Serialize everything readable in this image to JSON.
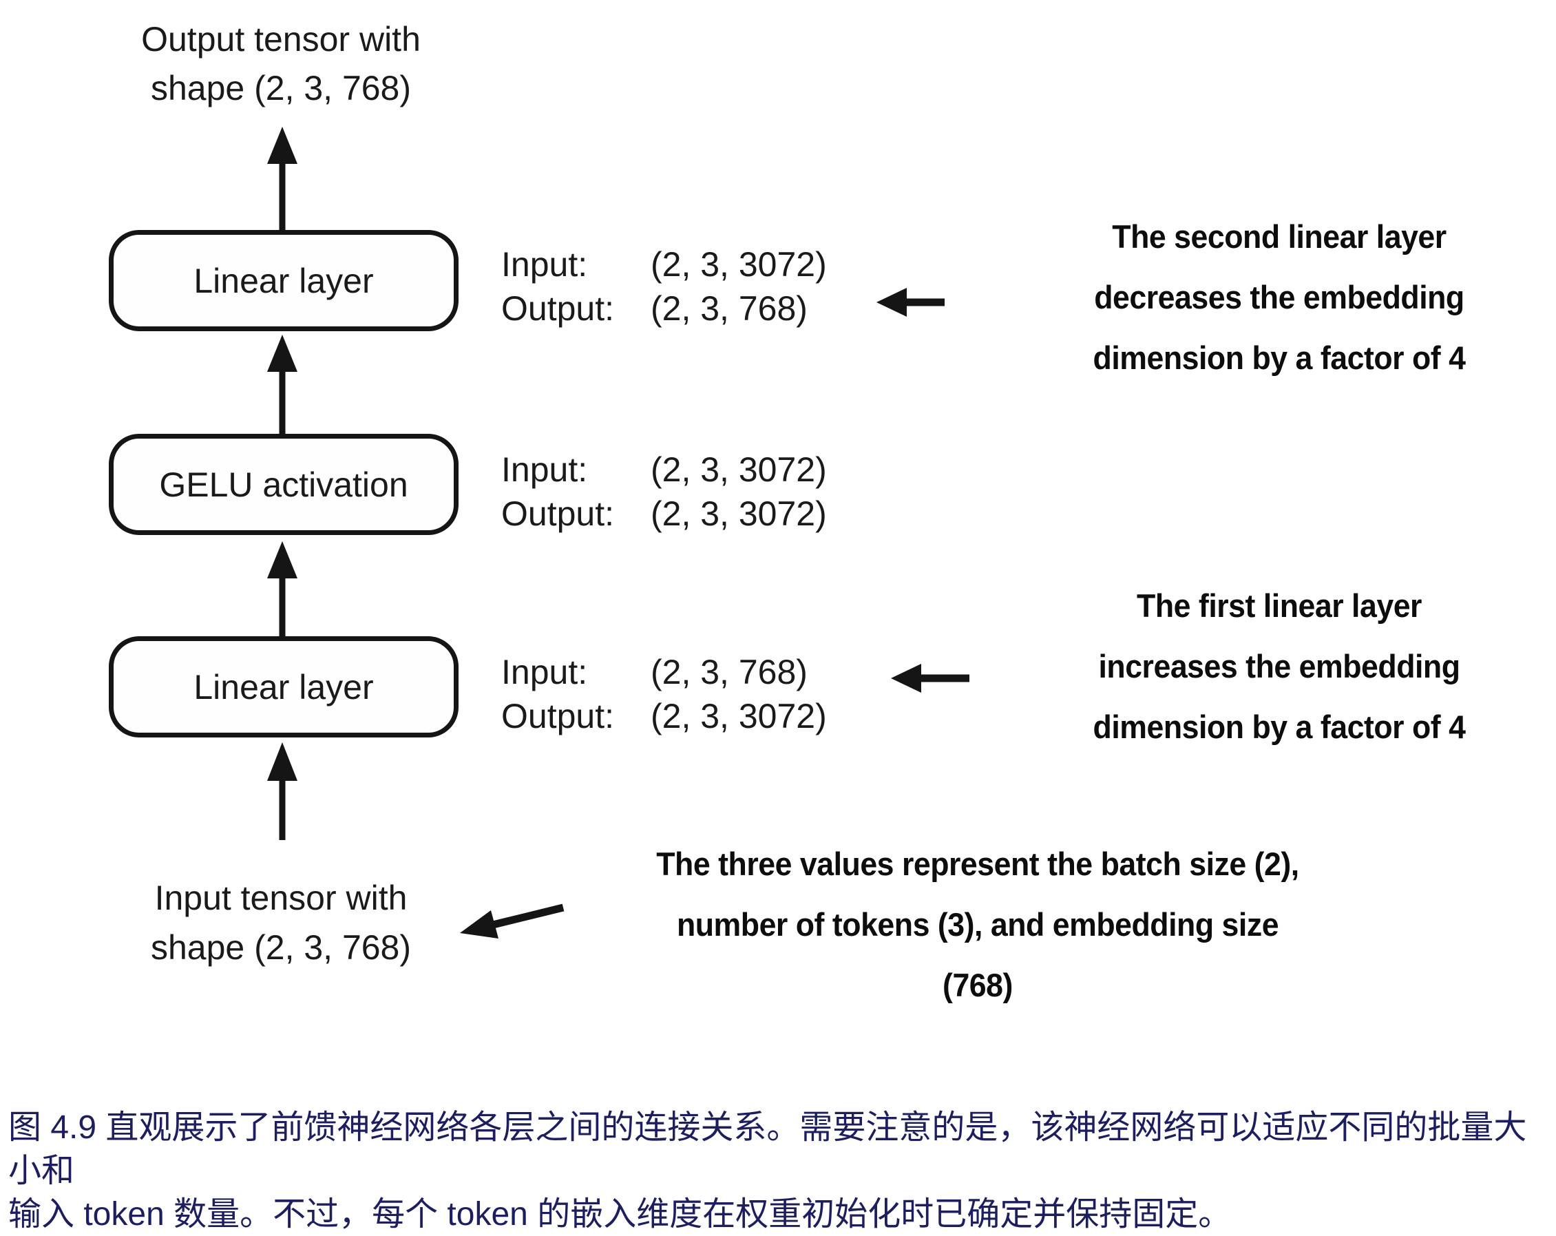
{
  "diagram": {
    "top_label": "Output tensor with\nshape (2, 3, 768)",
    "bottom_label": "Input tensor with\nshape (2, 3, 768)",
    "nodes": [
      {
        "label": "Linear layer"
      },
      {
        "label": "GELU activation"
      },
      {
        "label": "Linear layer"
      }
    ],
    "io_blocks": [
      {
        "rows": [
          {
            "label": "Input:",
            "value": "(2, 3, 3072)"
          },
          {
            "label": "Output:",
            "value": "(2, 3, 768)"
          }
        ]
      },
      {
        "rows": [
          {
            "label": "Input:",
            "value": "(2, 3, 3072)"
          },
          {
            "label": "Output:",
            "value": "(2, 3, 3072)"
          }
        ]
      },
      {
        "rows": [
          {
            "label": "Input:",
            "value": "(2, 3, 768)"
          },
          {
            "label": "Output:",
            "value": "(2, 3, 3072)"
          }
        ]
      }
    ],
    "annotations": [
      {
        "text": "The second linear layer\ndecreases the embedding\ndimension by a factor of 4"
      },
      {
        "text": "The first linear layer\nincreases the embedding\ndimension by a factor of 4"
      },
      {
        "text": "The three values represent the batch size (2),\nnumber of tokens (3), and embedding size\n(768)"
      }
    ]
  },
  "caption": {
    "text": "图 4.9 直观展示了前馈神经网络各层之间的连接关系。需要注意的是，该神经网络可以适应不同的批量大小和\n输入 token 数量。不过，每个 token 的嵌入维度在权重初始化时已确定并保持固定。",
    "color": "#1c1e5e"
  },
  "colors": {
    "background": "#ffffff",
    "diagram_ink": "#151515",
    "caption_ink": "#1c1e5e"
  }
}
